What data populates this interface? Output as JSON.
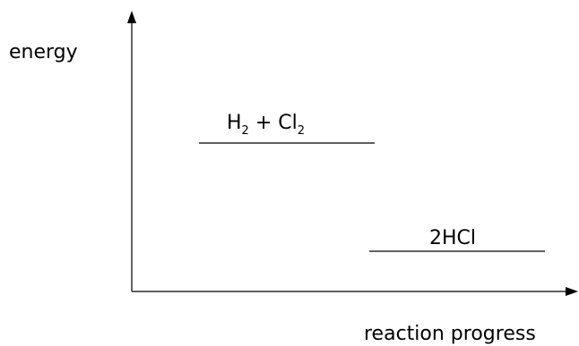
{
  "axes": {
    "y_label": "energy",
    "x_label": "reaction progress"
  },
  "levels": {
    "reactants": {
      "h2": "H",
      "h2_sub": "2",
      "plus": " + ",
      "cl2": "Cl",
      "cl2_sub": "2"
    },
    "products": {
      "label": "2HCl"
    }
  },
  "colors": {
    "ink": "#000000",
    "background": "#ffffff"
  }
}
